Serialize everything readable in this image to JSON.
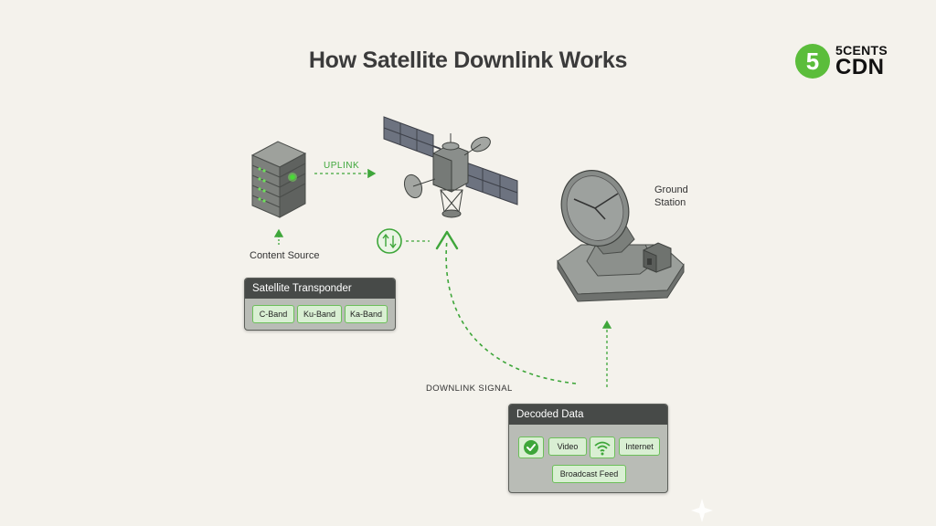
{
  "title": "How Satellite Downlink Works",
  "logo": {
    "mark": "5",
    "top_text": "5CENTS",
    "bottom_text": "CDN"
  },
  "labels": {
    "uplink": "UPLINK",
    "content_source": "Content Source",
    "ground_station_line1": "Ground",
    "ground_station_line2": "Station",
    "downlink_signal": "DOWNLINK SIGNAL"
  },
  "transponder": {
    "title": "Satellite Transponder",
    "bands": [
      "C-Band",
      "Ku-Band",
      "Ka-Band"
    ]
  },
  "decoded": {
    "title": "Decoded Data",
    "items": [
      "Video",
      "Internet",
      "Broadcast Feed"
    ]
  },
  "icons": [
    "server-icon",
    "satellite-icon",
    "ground-dish-icon",
    "transfer-icon",
    "checkmark-icon",
    "wifi-icon",
    "sparkle-icon"
  ],
  "colors": {
    "accent_green": "#3ea63a",
    "panel_dark": "#474a48",
    "chip_bg": "#d9efd3"
  }
}
